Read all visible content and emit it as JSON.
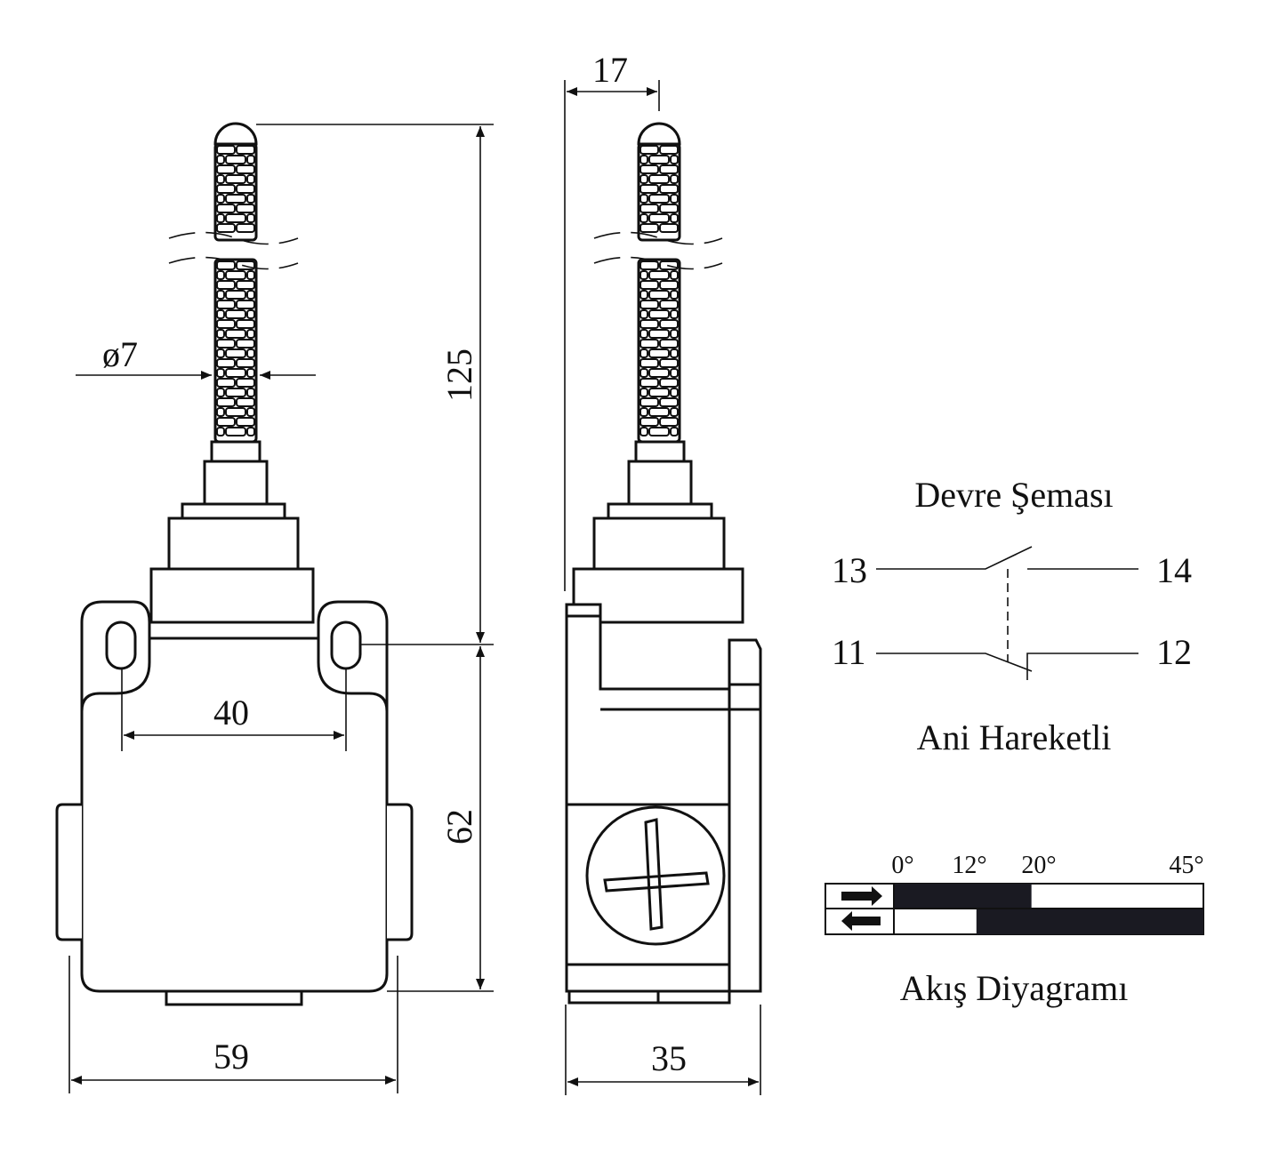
{
  "dimensions": {
    "rod_diameter": "ø7",
    "total_height": "125",
    "body_height": "62",
    "mount_spacing": "40",
    "body_width": "59",
    "rod_offset": "17",
    "body_depth": "35"
  },
  "circuit": {
    "title": "Devre Şeması",
    "terminal_13": "13",
    "terminal_14": "14",
    "terminal_11": "11",
    "terminal_12": "12",
    "type_label": "Ani Hareketli"
  },
  "flow_diagram": {
    "title": "Akış Diyagramı",
    "angles": [
      "0°",
      "12°",
      "20°",
      "45°"
    ],
    "forward_closed_range_deg": [
      0,
      20
    ],
    "return_closed_range_deg": [
      12,
      45
    ]
  }
}
